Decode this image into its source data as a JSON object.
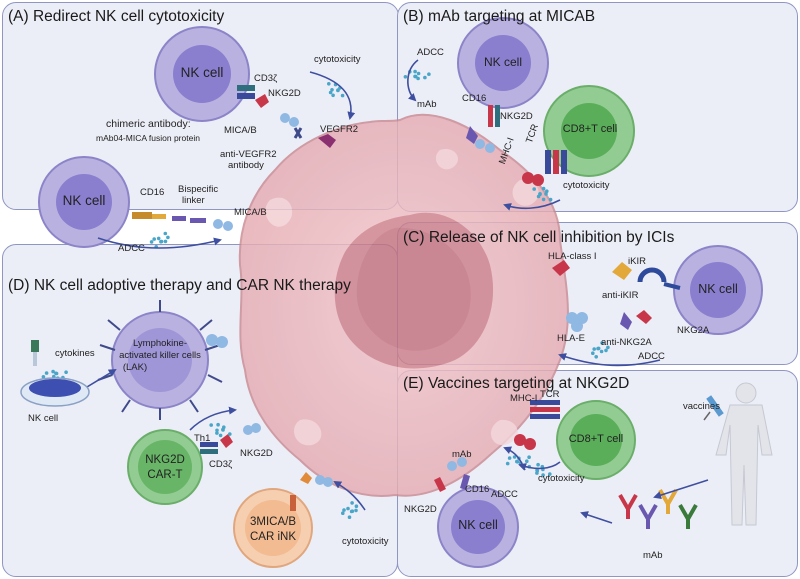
{
  "panels": {
    "a": {
      "title": "(A) Redirect NK cell cytotoxicity"
    },
    "b": {
      "title": "(B) mAb targeting at MICAB"
    },
    "c": {
      "title": "(C) Release of NK cell inhibition by ICIs"
    },
    "d": {
      "title": "(D) NK cell adoptive therapy and CAR NK therapy"
    },
    "e": {
      "title": "(E) Vaccines targeting at NKG2D"
    }
  },
  "labels": {
    "a_nk_top": "NK cell",
    "a_cd3z": "CD3ζ",
    "a_nkg2d": "NKG2D",
    "a_cytotoxicity": "cytotoxicity",
    "a_chimeric": "chimeric antibody:",
    "a_fusion": "mAb04-MICA fusion protein",
    "a_mica": "MICA/B",
    "a_antivegfr2_1": "anti-VEGFR2",
    "a_antivegfr2_2": "antibody",
    "a_vegfr2": "VEGFR2",
    "a_nk_bottom": "NK cell",
    "a_cd16": "CD16",
    "a_bispecific_1": "Bispecific",
    "a_bispecific_2": "linker",
    "a_mica2": "MICA/B",
    "a_adcc": "ADCC",
    "b_adcc": "ADCC",
    "b_mab": "mAb",
    "b_nk": "NK cell",
    "b_cd16": "CD16",
    "b_nkg2d": "NKG2D",
    "b_cd8": "CD8+T cell",
    "b_mhc": "MHC-I",
    "b_tcr": "TCR",
    "b_cytotoxicity": "cytotoxicity",
    "c_hla_class": "HLA-class I",
    "c_ikir": "iKIR",
    "c_anti_ikir": "anti-iKIR",
    "c_nk": "NK cell",
    "c_hla_e": "HLA-E",
    "c_anti_nkg2a": "anti-NKG2A",
    "c_nkg2a": "NKG2A",
    "c_adcc": "ADCC",
    "d_cytokines": "cytokines",
    "d_lak_1": "Lymphokine-",
    "d_lak_2": "activated killer cells",
    "d_lak_3": "(LAK)",
    "d_nkcell": "NK cell",
    "d_th1": "Th1",
    "d_cd3z": "CD3ζ",
    "d_nkg2d": "NKG2D",
    "d_cart_1": "NKG2D",
    "d_cart_2": "CAR-T",
    "d_car_1": "3MICA/B",
    "d_car_2": "CAR iNK",
    "d_cytotoxicity": "cytotoxicity",
    "e_mhc": "MHC-I",
    "e_tcr": "TCR",
    "e_cd8": "CD8+T cell",
    "e_vaccines": "vaccines",
    "e_mab_top": "mAb",
    "e_cd16": "CD16",
    "e_adcc": "ADCC",
    "e_cytotoxicity": "cytotoxicity",
    "e_nkg2d": "NKG2D",
    "e_nk": "NK cell",
    "e_mab_bottom": "mAb"
  },
  "colors": {
    "panel_fill": "#eceef7",
    "panel_border": "#8f96c2",
    "nk_cell": "#b9b2e0",
    "nk_nucleus": "#8a7fcf",
    "t_cell": "#93cc93",
    "t_nucleus": "#5aae5a",
    "car_ink": "#f6cfb0",
    "tumor": "#eab5bb",
    "tumor_nucleus": "#c97883",
    "arrow": "#3f4fa0",
    "dots": "#4aa6c8"
  }
}
